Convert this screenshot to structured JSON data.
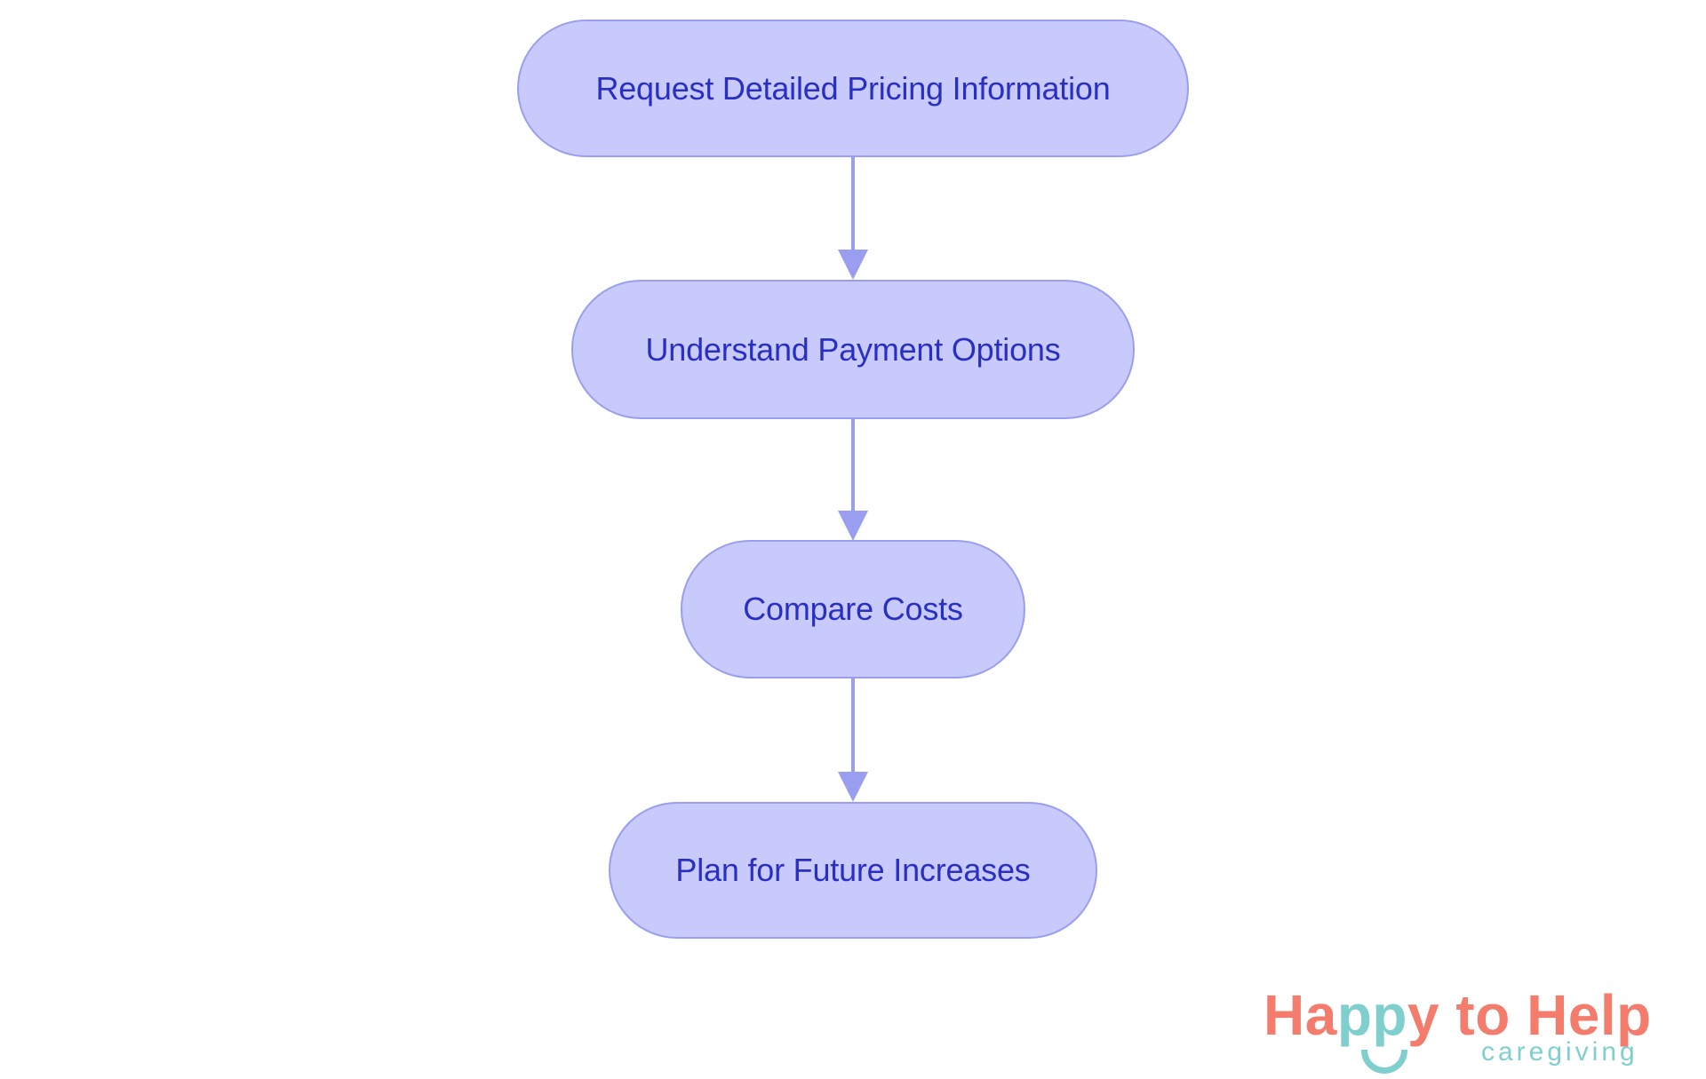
{
  "diagram": {
    "type": "flowchart",
    "direction": "top-to-bottom",
    "nodes": [
      {
        "id": "n1",
        "label": "Request Detailed Pricing Information"
      },
      {
        "id": "n2",
        "label": "Understand Payment Options"
      },
      {
        "id": "n3",
        "label": "Compare Costs"
      },
      {
        "id": "n4",
        "label": "Plan for Future Increases"
      }
    ],
    "edges": [
      {
        "from": "n1",
        "to": "n2"
      },
      {
        "from": "n2",
        "to": "n3"
      },
      {
        "from": "n3",
        "to": "n4"
      }
    ],
    "colors": {
      "node_fill": "#c8cafc",
      "node_border": "#9a9ef0",
      "node_text": "#2a2fc4",
      "edge": "#9a9ef0"
    }
  },
  "logo": {
    "word1_part1": "Ha",
    "word1_part2": "pp",
    "word1_part3": "y",
    "rest": " to Help",
    "subtitle": "caregiving",
    "colors": {
      "coral": "#f47c6d",
      "teal": "#7fcfcf"
    }
  }
}
